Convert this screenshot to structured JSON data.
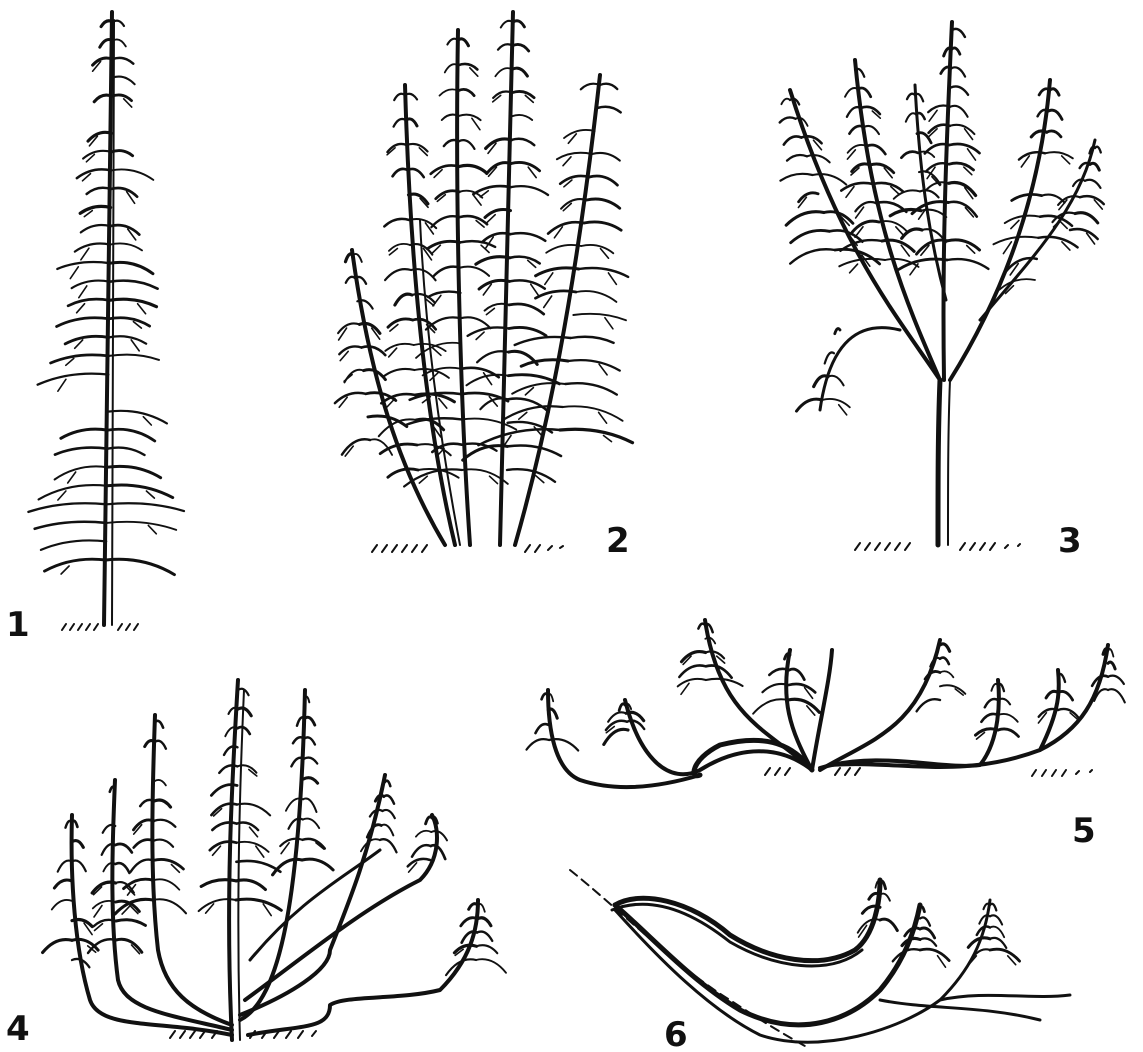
{
  "figures": [
    {
      "label": "1"
    },
    {
      "label": "2"
    },
    {
      "label": "3"
    },
    {
      "label": "4"
    },
    {
      "label": "5"
    },
    {
      "label": "6"
    }
  ],
  "colors": {
    "ink": "#111111",
    "paper": "#ffffff"
  }
}
